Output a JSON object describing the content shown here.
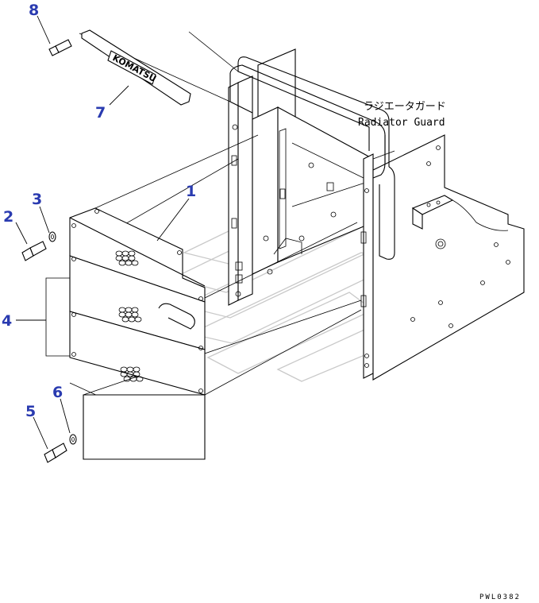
{
  "callouts": [
    {
      "num": "1",
      "part": "cover"
    },
    {
      "num": "2",
      "part": "bolt"
    },
    {
      "num": "3",
      "part": "washer"
    },
    {
      "num": "4",
      "part": "cover-assembly"
    },
    {
      "num": "5",
      "part": "bolt"
    },
    {
      "num": "6",
      "part": "washer"
    },
    {
      "num": "7",
      "part": "nameplate"
    },
    {
      "num": "8",
      "part": "bolt"
    }
  ],
  "assembly_label": {
    "jp": "ラジエータガード",
    "en": "Radiator Guard"
  },
  "nameplate_brand": "KOMATSU",
  "drawing_code": "PWL0382",
  "colors": {
    "callout": "#2a3bb0",
    "line": "#000000",
    "watermark": "#c9c9c9"
  }
}
